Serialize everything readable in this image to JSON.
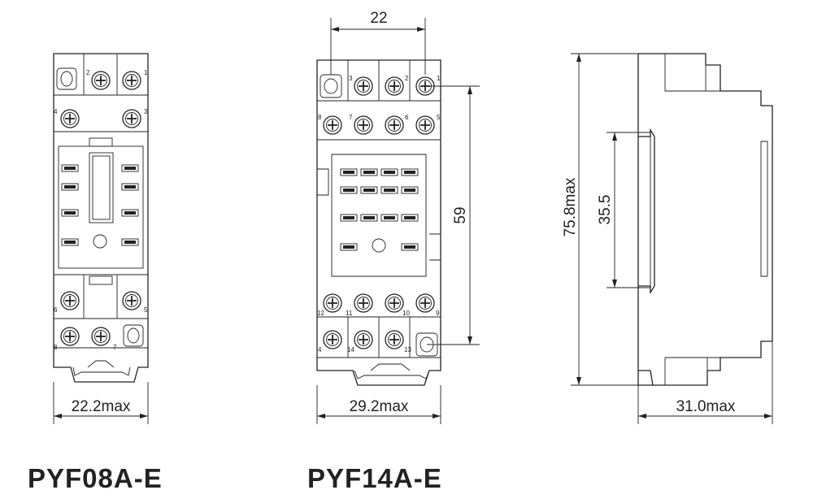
{
  "models": {
    "left": "PYF08A-E",
    "middle": "PYF14A-E"
  },
  "dimensions": {
    "left_width": "22.2max",
    "middle_width": "29.2max",
    "middle_pitch": "22",
    "middle_height": "59",
    "side_height": "75.8max",
    "rail_height": "35.5",
    "side_depth": "31.0max"
  },
  "pins": {
    "left": [
      "2",
      "1",
      "4",
      "3",
      "6",
      "5",
      "8",
      "7"
    ],
    "middle": [
      "3",
      "2",
      "1",
      "8",
      "7",
      "6",
      "5",
      "12",
      "11",
      "10",
      "9",
      "4",
      "14",
      "13"
    ]
  }
}
